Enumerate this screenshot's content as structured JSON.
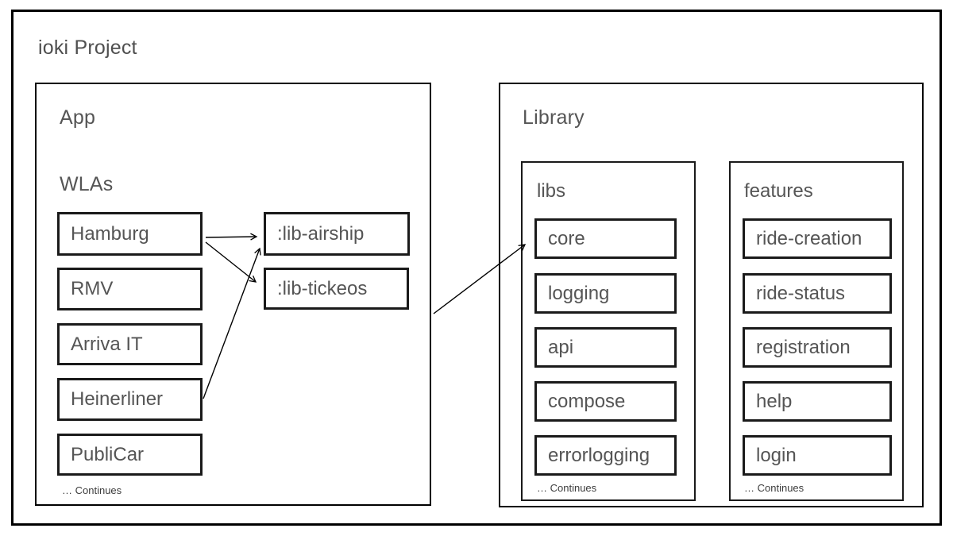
{
  "title": "ioki Project",
  "app": {
    "label": "App",
    "wlas_label": "WLAs",
    "wlas": [
      "Hamburg",
      "RMV",
      "Arriva IT",
      "Heinerliner",
      "PubliCar"
    ],
    "continues": "… Continues",
    "gradle_modules": [
      ":lib-airship",
      ":lib-tickeos"
    ]
  },
  "library": {
    "label": "Library",
    "libs": {
      "label": "libs",
      "items": [
        "core",
        "logging",
        "api",
        "compose",
        "errorlogging"
      ],
      "continues": "… Continues"
    },
    "features": {
      "label": "features",
      "items": [
        "ride-creation",
        "ride-status",
        "registration",
        "help",
        "login"
      ],
      "continues": "… Continues"
    }
  },
  "edges": [
    {
      "from": "Hamburg",
      "to": ":lib-airship"
    },
    {
      "from": "Hamburg",
      "to": ":lib-tickeos"
    },
    {
      "from": "Heinerliner",
      "to": ":lib-airship"
    },
    {
      "from": "App",
      "to": "core"
    }
  ],
  "colors": {
    "border": "#000000",
    "text": "#555555",
    "background": "#ffffff"
  }
}
